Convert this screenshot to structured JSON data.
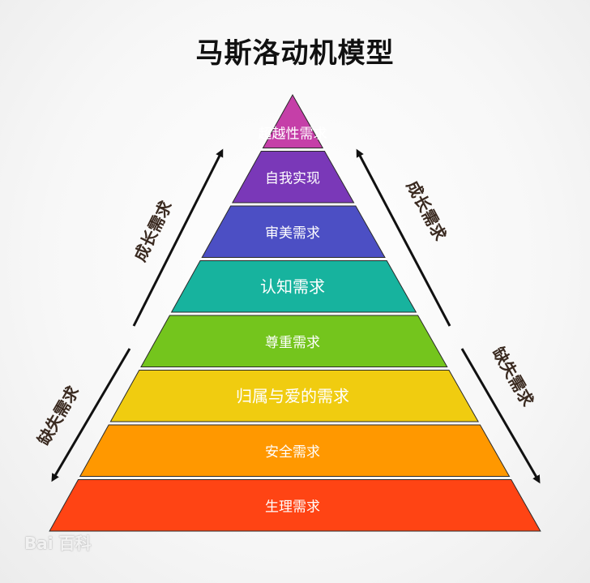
{
  "title": "马斯洛动机模型",
  "levels": [
    {
      "label": "超越性需求",
      "color": "#c53fa8"
    },
    {
      "label": "自我实现",
      "color": "#7a38b8"
    },
    {
      "label": "审美需求",
      "color": "#4c4fc4"
    },
    {
      "label": "认知需求",
      "color": "#17b39e"
    },
    {
      "label": "尊重需求",
      "color": "#74c51d"
    },
    {
      "label": "归属与爱的需求",
      "color": "#f0cc10"
    },
    {
      "label": "安全需求",
      "color": "#ff9800"
    },
    {
      "label": "生理需求",
      "color": "#ff4414"
    }
  ],
  "arrows": {
    "growth_left": "成长需求",
    "growth_right": "成长需求",
    "deficit_left": "缺失需求",
    "deficit_right": "缺失需求"
  },
  "watermark": "Bai 百科",
  "colors": {
    "text_on_band": "#ffffff",
    "arrow": "#111111",
    "side_label": "#3a2a20"
  }
}
